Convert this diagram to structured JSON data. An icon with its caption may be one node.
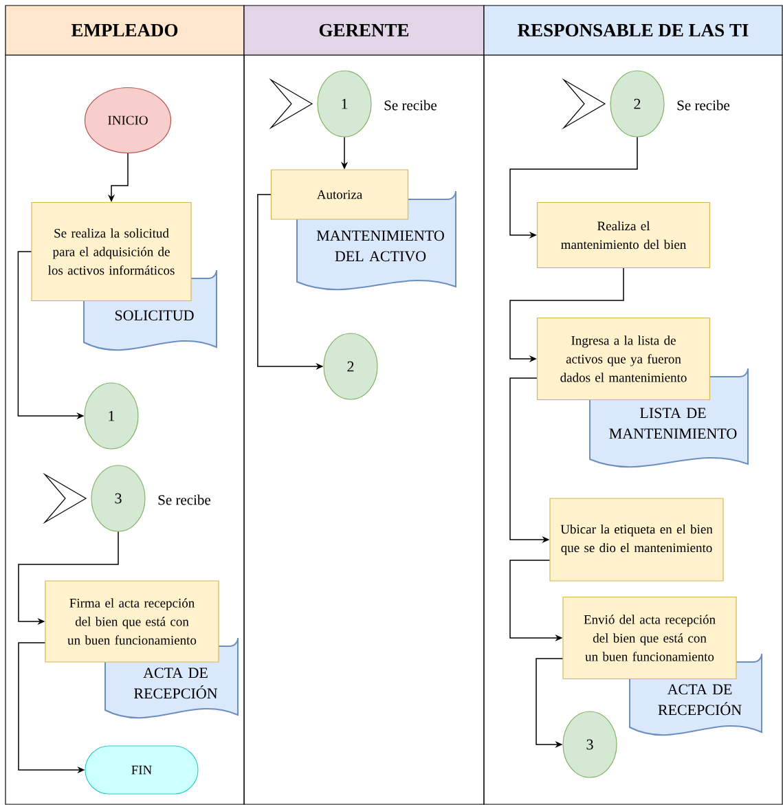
{
  "diagram": {
    "nodes": [
      {
        "text": [
          "EMPLEADO"
        ]
      },
      {
        "text": [
          "GERENTE"
        ]
      },
      {
        "text": [
          "RESPONSABLE DE LAS TI"
        ]
      },
      {
        "text": [
          "INICIO"
        ],
        "in": 0
      },
      {
        "text": [
          "Se realiza la solicitud para el adquisición de los activos informáticos"
        ],
        "in": 0
      },
      {
        "text": [
          "SOLICITUD"
        ],
        "in": 0
      },
      {
        "text": [
          "1"
        ],
        "in": 0
      },
      {
        "text": [
          "3"
        ],
        "in": 0,
        "beside": [
          "Se recibe"
        ]
      },
      {
        "text": [
          "Firma el acta recepción del bien que está con un buen funcionamiento"
        ],
        "in": 0
      },
      {
        "text": [
          "ACTA DE RECEPCIÓN"
        ],
        "in": 0
      },
      {
        "text": [
          "FIN"
        ],
        "in": 0
      },
      {
        "text": [
          "1"
        ],
        "in": 1,
        "beside": [
          "Se recibe"
        ]
      },
      {
        "text": [
          "Autoriza"
        ],
        "in": 1
      },
      {
        "text": [
          "MANTENIMIENTO DEL ACTIVO"
        ],
        "in": 1
      },
      {
        "text": [
          "2"
        ],
        "in": 1
      },
      {
        "text": [
          "2"
        ],
        "in": 2,
        "beside": [
          "Se recibe"
        ]
      },
      {
        "text": [
          "Realiza el mantenimiento del bien"
        ],
        "in": 2
      },
      {
        "text": [
          "Ingresa a la lista de activos que ya fueron dados el mantenimiento"
        ],
        "in": 2
      },
      {
        "text": [
          "LISTA DE MANTENIMIENTO"
        ],
        "in": 2
      },
      {
        "text": [
          "Ubicar la etiqueta en el bien que se dio el mantenimiento"
        ],
        "in": 2
      },
      {
        "text": [
          "Envió del acta recepción del bien que está con un buen funcionamiento"
        ],
        "in": 2
      },
      {
        "text": [
          "ACTA DE RECEPCIÓN"
        ],
        "in": 2
      },
      {
        "text": [
          "3"
        ],
        "in": 2
      }
    ],
    "edges": [
      {
        "from": 3,
        "to": 4,
        "arrow": "to"
      },
      {
        "from": 4,
        "to": 6,
        "arrow": "to"
      },
      {
        "from": 7,
        "to": 8,
        "arrow": "to"
      },
      {
        "from": 8,
        "to": 10,
        "arrow": "to"
      },
      {
        "from": 11,
        "to": 12,
        "arrow": "to"
      },
      {
        "from": 12,
        "to": 14,
        "arrow": "to"
      },
      {
        "from": 15,
        "to": 16,
        "arrow": "to"
      },
      {
        "from": 16,
        "to": 17,
        "arrow": "to"
      },
      {
        "from": 17,
        "to": 19,
        "arrow": "to"
      },
      {
        "from": 19,
        "to": 20,
        "arrow": "to"
      },
      {
        "from": 20,
        "to": 22,
        "arrow": "to"
      }
    ]
  }
}
